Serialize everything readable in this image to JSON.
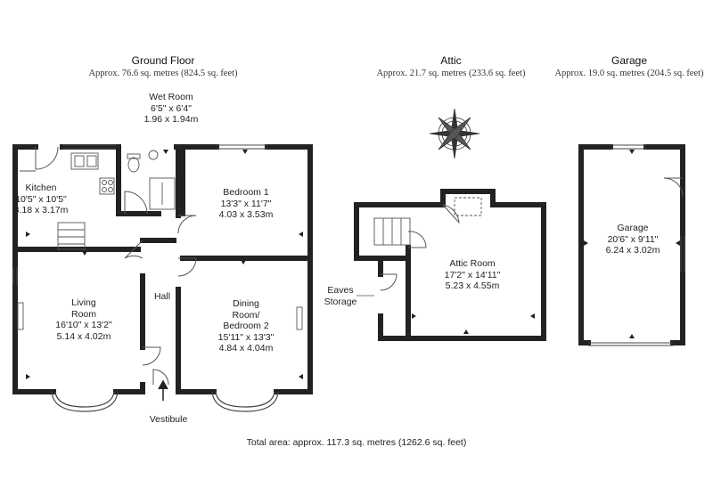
{
  "floors": [
    {
      "id": "ground",
      "title": "Ground Floor",
      "area": "Approx. 76.6 sq. metres (824.5 sq. feet)"
    },
    {
      "id": "attic",
      "title": "Attic",
      "area": "Approx. 21.7 sq. metres (233.6 sq. feet)"
    },
    {
      "id": "garage",
      "title": "Garage",
      "area": "Approx. 19.0 sq. metres (204.5 sq. feet)"
    }
  ],
  "rooms": {
    "wet_room": {
      "name": "Wet Room",
      "imperial": "6'5\" x 6'4\"",
      "metric": "1.96 x 1.94m"
    },
    "kitchen": {
      "name": "Kitchen",
      "imperial": "10'5\" x 10'5\"",
      "metric": "3.18 x 3.17m"
    },
    "bedroom1": {
      "name": "Bedroom 1",
      "imperial": "13'3\" x 11'7\"",
      "metric": "4.03 x 3.53m"
    },
    "living": {
      "name1": "Living",
      "name2": "Room",
      "imperial": "16'10\" x 13'2\"",
      "metric": "5.14 x 4.02m"
    },
    "hall": {
      "name": "Hall"
    },
    "dining": {
      "name1": "Dining",
      "name2": "Room/",
      "name3": "Bedroom 2",
      "imperial": "15'11\" x 13'3\"",
      "metric": "4.84 x 4.04m"
    },
    "vestibule": {
      "name": "Vestibule"
    },
    "eaves": {
      "name1": "Eaves",
      "name2": "Storage"
    },
    "attic_room": {
      "name": "Attic Room",
      "imperial": "17'2\" x 14'11\"",
      "metric": "5.23 x 4.55m"
    },
    "garage_room": {
      "name": "Garage",
      "imperial": "20'6\" x 9'11\"",
      "metric": "6.24 x 3.02m"
    }
  },
  "total_area": "Total area: approx. 117.3 sq. metres (1262.6 sq. feet)",
  "colors": {
    "wall": "#222222",
    "window": "#ffffff",
    "line": "#555555"
  }
}
